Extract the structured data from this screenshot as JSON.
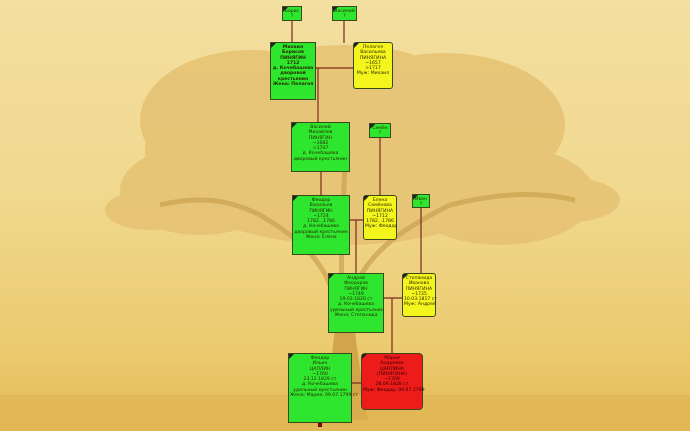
{
  "nodes": [
    {
      "id": "boris",
      "kind": "male",
      "lines": [
        "Борис",
        "?"
      ]
    },
    {
      "id": "vasiliy0",
      "kind": "male",
      "lines": [
        "Василий",
        "?"
      ]
    },
    {
      "id": "mikhail",
      "kind": "male",
      "bold": true,
      "lines": [
        "Михаил",
        "Борисов",
        "ПИНЯГИН",
        "1712",
        "д. Кочебашева",
        "дворовой",
        "крестьянин",
        "Жена: Пелагея"
      ]
    },
    {
      "id": "pelageya",
      "kind": "female",
      "lines": [
        "Пелагея",
        "Васильева",
        "ПИНЯГИНА",
        "~1657",
        ">1717",
        "Муж: Михаил"
      ]
    },
    {
      "id": "vasiliy",
      "kind": "male",
      "lines": [
        "Василий",
        "Михайлов",
        "ПИНЯГИН",
        "~1682",
        ">1747",
        "д. Кочебашева",
        "дворовый крестьянин"
      ]
    },
    {
      "id": "semen",
      "kind": "male",
      "lines": [
        "Семён",
        "?"
      ]
    },
    {
      "id": "feodor",
      "kind": "male",
      "lines": [
        "Феодор",
        "Васильев",
        "ПИНЯГИН",
        "~1724",
        "1782...1786",
        "д. Кочебашева",
        "дворовый крестьянин",
        "Жена: Елена"
      ]
    },
    {
      "id": "elena",
      "kind": "female",
      "lines": [
        "Елена",
        "Семёнова",
        "ПИНЯГИНА",
        "~1712",
        "1782...1786",
        "Муж: Феодор"
      ]
    },
    {
      "id": "ivan",
      "kind": "male",
      "lines": [
        "Иван",
        "?"
      ]
    },
    {
      "id": "andrey",
      "kind": "male",
      "lines": [
        "Андрей",
        "Феодоров",
        "ПИНЯГИН",
        "~1749",
        "19.03.1820 ст",
        "д. Кочебашева",
        "удельный крестьянин",
        "Жена: Степанида"
      ]
    },
    {
      "id": "stepanida",
      "kind": "female",
      "lines": [
        "Степанида",
        "Иванова",
        "ПИНЯГИНА",
        "~1735",
        "10.03.1817 ст",
        "Муж: Андрей"
      ]
    },
    {
      "id": "feodor2",
      "kind": "male",
      "lines": [
        "Феодор",
        "Ильин",
        "ЦАПЛИН",
        "~1760",
        "23.12.1829 ст",
        "д. Кочебашева",
        "удельный крестьянин",
        "Жена: Мария, 09.07.1799 ст"
      ]
    },
    {
      "id": "mariya",
      "kind": "self",
      "lines": [
        "Мария",
        "Андреева",
        "ЦАПЛИНА",
        "(ПИНЯГИНА)",
        "~1769",
        "28.09.1828 ст",
        "Муж: Феодор, 09.07.1799"
      ]
    }
  ]
}
